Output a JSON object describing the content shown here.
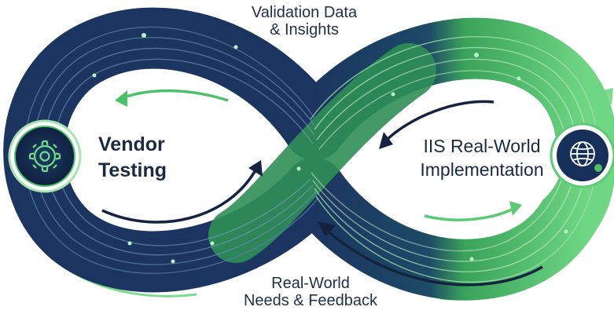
{
  "labels": {
    "top_line1": "Validation Data",
    "top_line2": "& Insights",
    "left_line1": "Vendor",
    "left_line2": "Testing",
    "right_line1": "IIS Real-World",
    "right_line2": "Implementation",
    "bottom_line1": "Real-World",
    "bottom_line2": "Needs & Feedback"
  },
  "icons": {
    "left": "gear-icon",
    "right": "globe-icon"
  },
  "colors": {
    "navy": "#1b3560",
    "navy_dark": "#0f2140",
    "green": "#4cc16a",
    "green_light": "#7ddb8e",
    "arrow_dark": "#14233f",
    "arrow_green": "#5ccb74"
  }
}
